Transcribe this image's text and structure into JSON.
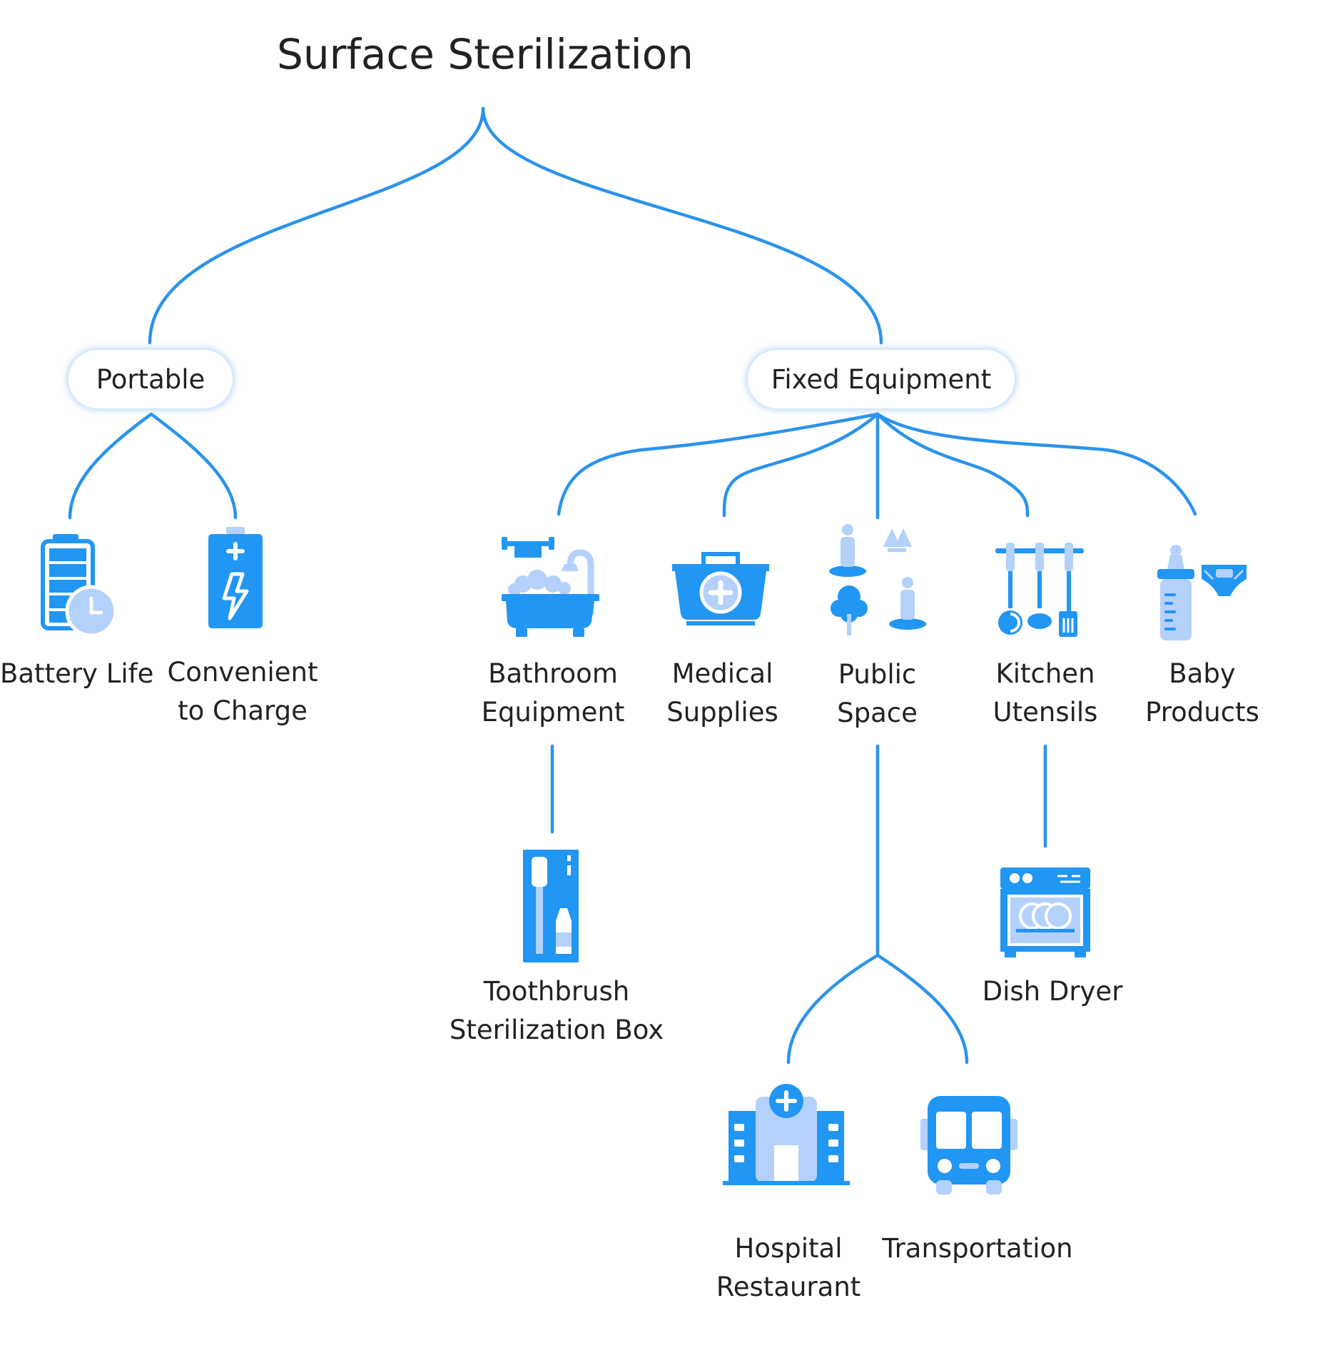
{
  "title": "Surface Sterilization",
  "colors": {
    "line": "#2b93ea",
    "icon_dark": "#2196f3",
    "icon_light": "#b3d1fb"
  },
  "nodes": {
    "portable": "Portable",
    "fixed": "Fixed Equipment",
    "battery_life": [
      "Battery Life"
    ],
    "convenient_charge": [
      "Convenient",
      "to Charge"
    ],
    "bathroom": [
      "Bathroom",
      "Equipment"
    ],
    "medical": [
      "Medical",
      "Supplies"
    ],
    "public_space": [
      "Public",
      "Space"
    ],
    "kitchen": [
      "Kitchen",
      "Utensils"
    ],
    "baby": [
      "Baby",
      "Products"
    ],
    "toothbrush_box": [
      "Toothbrush",
      "Sterilization Box"
    ],
    "dish_dryer": [
      "Dish Dryer"
    ],
    "hospital": [
      "Hospital",
      "Restaurant"
    ],
    "transportation": [
      "Transportation"
    ]
  },
  "icons": {
    "battery_life": "battery-clock-icon",
    "convenient_charge": "battery-charge-icon",
    "bathroom": "bathtub-icon",
    "medical": "first-aid-kit-icon",
    "public_space": "park-people-icon",
    "kitchen": "kitchen-utensils-icon",
    "baby": "baby-bottle-diaper-icon",
    "toothbrush_box": "toothbrush-box-icon",
    "dish_dryer": "dish-dryer-icon",
    "hospital": "hospital-building-icon",
    "transportation": "bus-icon"
  }
}
